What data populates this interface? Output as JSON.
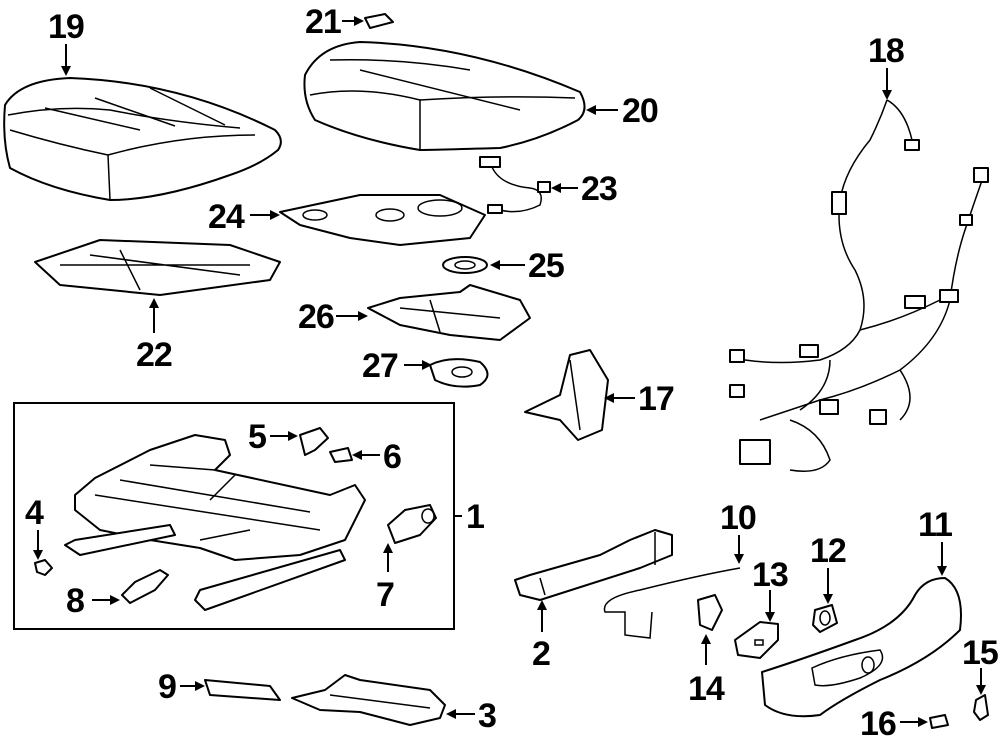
{
  "diagram": {
    "type": "exploded parts diagram",
    "subject": "power seat cushion, frame, adjuster and wiring components",
    "callouts": [
      {
        "id": "c1",
        "label": "1"
      },
      {
        "id": "c2",
        "label": "2"
      },
      {
        "id": "c3",
        "label": "3"
      },
      {
        "id": "c4",
        "label": "4"
      },
      {
        "id": "c5",
        "label": "5"
      },
      {
        "id": "c6",
        "label": "6"
      },
      {
        "id": "c7",
        "label": "7"
      },
      {
        "id": "c8",
        "label": "8"
      },
      {
        "id": "c9",
        "label": "9"
      },
      {
        "id": "c10",
        "label": "10"
      },
      {
        "id": "c11",
        "label": "11"
      },
      {
        "id": "c12",
        "label": "12"
      },
      {
        "id": "c13",
        "label": "13"
      },
      {
        "id": "c14",
        "label": "14"
      },
      {
        "id": "c15",
        "label": "15"
      },
      {
        "id": "c16",
        "label": "16"
      },
      {
        "id": "c17",
        "label": "17"
      },
      {
        "id": "c18",
        "label": "18"
      },
      {
        "id": "c19",
        "label": "19"
      },
      {
        "id": "c20",
        "label": "20"
      },
      {
        "id": "c21",
        "label": "21"
      },
      {
        "id": "c22",
        "label": "22"
      },
      {
        "id": "c23",
        "label": "23"
      },
      {
        "id": "c24",
        "label": "24"
      },
      {
        "id": "c25",
        "label": "25"
      },
      {
        "id": "c26",
        "label": "26"
      },
      {
        "id": "c27",
        "label": "27"
      }
    ],
    "groups": [
      {
        "name": "seat-frame-assembly",
        "callout": "1",
        "members": [
          "4",
          "5",
          "6",
          "7",
          "8"
        ]
      }
    ]
  }
}
